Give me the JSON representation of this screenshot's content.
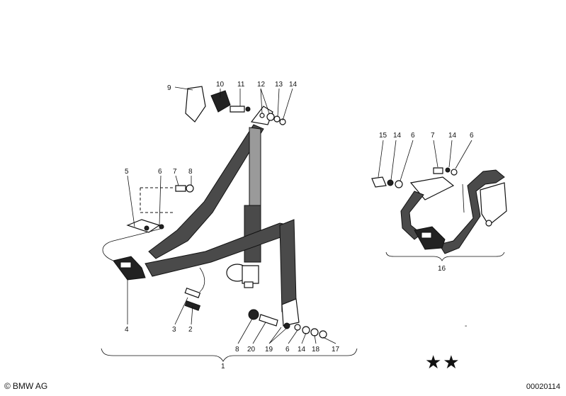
{
  "callouts": {
    "c1": "1",
    "c2": "2",
    "c3": "3",
    "c4": "4",
    "c5": "5",
    "c6a": "6",
    "c6b": "6",
    "c6c": "6",
    "c6d": "6",
    "c7a": "7",
    "c7b": "7",
    "c8a": "8",
    "c8b": "8",
    "c9": "9",
    "c10": "10",
    "c11": "11",
    "c12": "12",
    "c13": "13",
    "c14a": "14",
    "c14b": "14",
    "c14c": "14",
    "c14d": "14",
    "c15": "15",
    "c16": "16",
    "c17": "17",
    "c18": "18",
    "c19": "19",
    "c20": "20"
  },
  "marks": {
    "stars": "★★",
    "dash": "-"
  },
  "footer": {
    "copyright_symbol": "©",
    "brand": "BMW AG",
    "diagram_number": "00020114"
  }
}
